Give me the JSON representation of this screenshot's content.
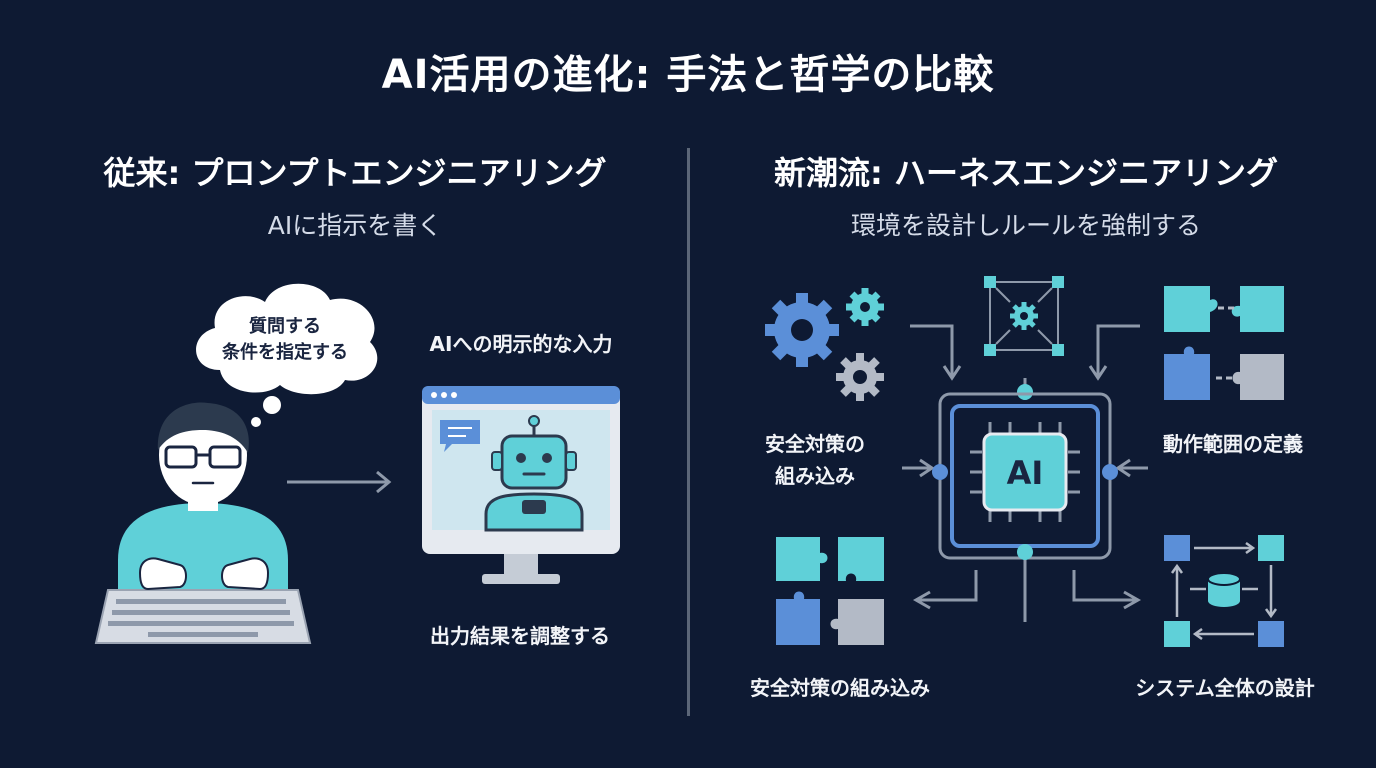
{
  "title": "AI活用の進化: 手法と哲学の比較",
  "left": {
    "heading": "従来: プロンプトエンジニアリング",
    "subtitle": "AIに指示を書く",
    "thought_line1": "質問する",
    "thought_line2": "条件を指定する",
    "input_label": "AIへの明示的な入力",
    "output_label": "出力結果を調整する"
  },
  "right": {
    "heading": "新潮流: ハーネスエンジニアリング",
    "subtitle": "環境を設計しルールを強制する",
    "chip_label": "AI",
    "safety_line1": "安全対策の",
    "safety_line2": "組み込み",
    "scope_label": "動作範囲の定義",
    "safety_bottom_label": "安全対策の組み込み",
    "system_label": "システム全体の設計"
  },
  "colors": {
    "background": "#0e1a33",
    "cyan": "#5fd0d8",
    "blue": "#5b8fd8",
    "gray": "#b3bac6",
    "line": "#8e99aa"
  }
}
